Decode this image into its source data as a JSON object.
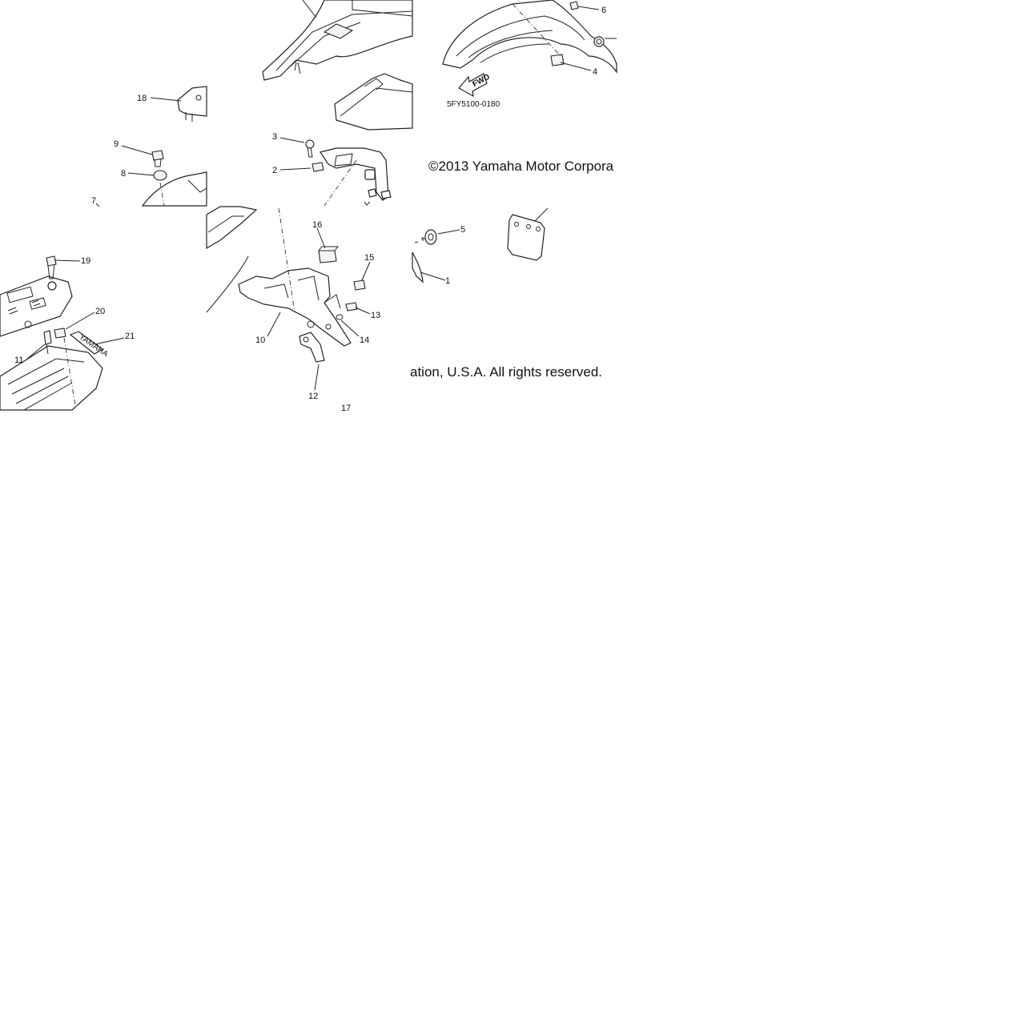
{
  "diagram": {
    "part_code": "5FY5100-0180",
    "fwd_label": "FWD",
    "brand_emblem": "YAMAHA",
    "copyright_part1": "©2013 Yamaha Motor Corpora",
    "copyright_part2": "ation, U.S.A. All rights reserved.",
    "callouts": [
      "1",
      "2",
      "3",
      "4",
      "5",
      "6",
      "7",
      "8",
      "9",
      "10",
      "11",
      "12",
      "13",
      "14",
      "15",
      "16",
      "17",
      "18",
      "19",
      "20",
      "21"
    ]
  }
}
